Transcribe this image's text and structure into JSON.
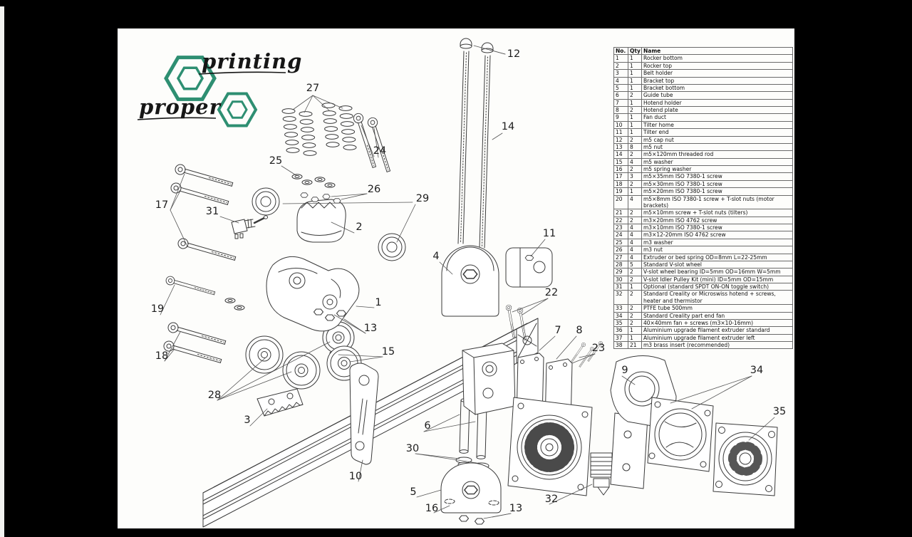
{
  "logo": {
    "word1": "printing",
    "word2": "proper"
  },
  "colors": {
    "accent_green": "#2e8f72",
    "ink": "#3a3a3a",
    "background": "#000000",
    "paper": "#fdfdfb"
  },
  "parts_table": {
    "headers": [
      "No.",
      "Qty",
      "Name"
    ],
    "rows": [
      [
        "1",
        "1",
        "Rocker bottom"
      ],
      [
        "2",
        "1",
        "Rocker top"
      ],
      [
        "3",
        "1",
        "Belt holder"
      ],
      [
        "4",
        "1",
        "Bracket top"
      ],
      [
        "5",
        "1",
        "Bracket bottom"
      ],
      [
        "6",
        "2",
        "Guide tube"
      ],
      [
        "7",
        "1",
        "Hotend holder"
      ],
      [
        "8",
        "2",
        "Hotend plate"
      ],
      [
        "9",
        "1",
        "Fan duct"
      ],
      [
        "10",
        "1",
        "Tilter home"
      ],
      [
        "11",
        "1",
        "Tilter end"
      ],
      [
        "12",
        "2",
        "m5 cap nut"
      ],
      [
        "13",
        "8",
        "m5 nut"
      ],
      [
        "14",
        "2",
        "m5×120mm threaded rod"
      ],
      [
        "15",
        "4",
        "m5 washer"
      ],
      [
        "16",
        "2",
        "m5 spring washer"
      ],
      [
        "17",
        "3",
        "m5×35mm ISO 7380-1 screw"
      ],
      [
        "18",
        "2",
        "m5×30mm ISO 7380-1 screw"
      ],
      [
        "19",
        "1",
        "m5×20mm ISO 7380-1 screw"
      ],
      [
        "20",
        "4",
        "m5×8mm ISO 7380-1 screw + T-slot nuts (motor brackets)"
      ],
      [
        "21",
        "2",
        "m5×10mm screw + T-slot nuts (tilters)"
      ],
      [
        "22",
        "2",
        "m3×20mm ISO 4762 screw"
      ],
      [
        "23",
        "4",
        "m3×10mm ISO 7380-1 screw"
      ],
      [
        "24",
        "4",
        "m3×12-20mm ISO 4762 screw"
      ],
      [
        "25",
        "4",
        "m3 washer"
      ],
      [
        "26",
        "4",
        "m3 nut"
      ],
      [
        "27",
        "4",
        "Extruder or bed spring OD=8mm L=22-25mm"
      ],
      [
        "28",
        "5",
        "Standard V-slot wheel"
      ],
      [
        "29",
        "2",
        "V-slot wheel bearing ID=5mm OD=16mm W=5mm"
      ],
      [
        "30",
        "2",
        "V-slot Idler Pulley Kit (mini) ID=5mm OD=15mm"
      ],
      [
        "31",
        "1",
        "Optional (standard SPDT ON-ON toggle switch)"
      ],
      [
        "32",
        "2",
        "Standard Creality or Microswiss hotend + screws, heater and thermistor"
      ],
      [
        "33",
        "2",
        "PTFE tube 500mm"
      ],
      [
        "34",
        "2",
        "Standard Creality part end fan"
      ],
      [
        "35",
        "2",
        "40×40mm fan + screws (m3×10-16mm)"
      ],
      [
        "36",
        "1",
        "Aluminium upgrade filament extruder standard"
      ],
      [
        "37",
        "1",
        "Aluminium upgrade filament extruder left"
      ],
      [
        "38",
        "21",
        "m3 brass insert (recommended)"
      ]
    ]
  },
  "callouts": {
    "1": "1",
    "2": "2",
    "3": "3",
    "4": "4",
    "5": "5",
    "6": "6",
    "7": "7",
    "8": "8",
    "9": "9",
    "10": "10",
    "11": "11",
    "12": "12",
    "13a": "13",
    "13b": "13",
    "14": "14",
    "15": "15",
    "16": "16",
    "17": "17",
    "18": "18",
    "19": "19",
    "22": "22",
    "23": "23",
    "24": "24",
    "25": "25",
    "26": "26",
    "27": "27",
    "28": "28",
    "29": "29",
    "30": "30",
    "31": "31",
    "32": "32",
    "34": "34",
    "35": "35"
  }
}
